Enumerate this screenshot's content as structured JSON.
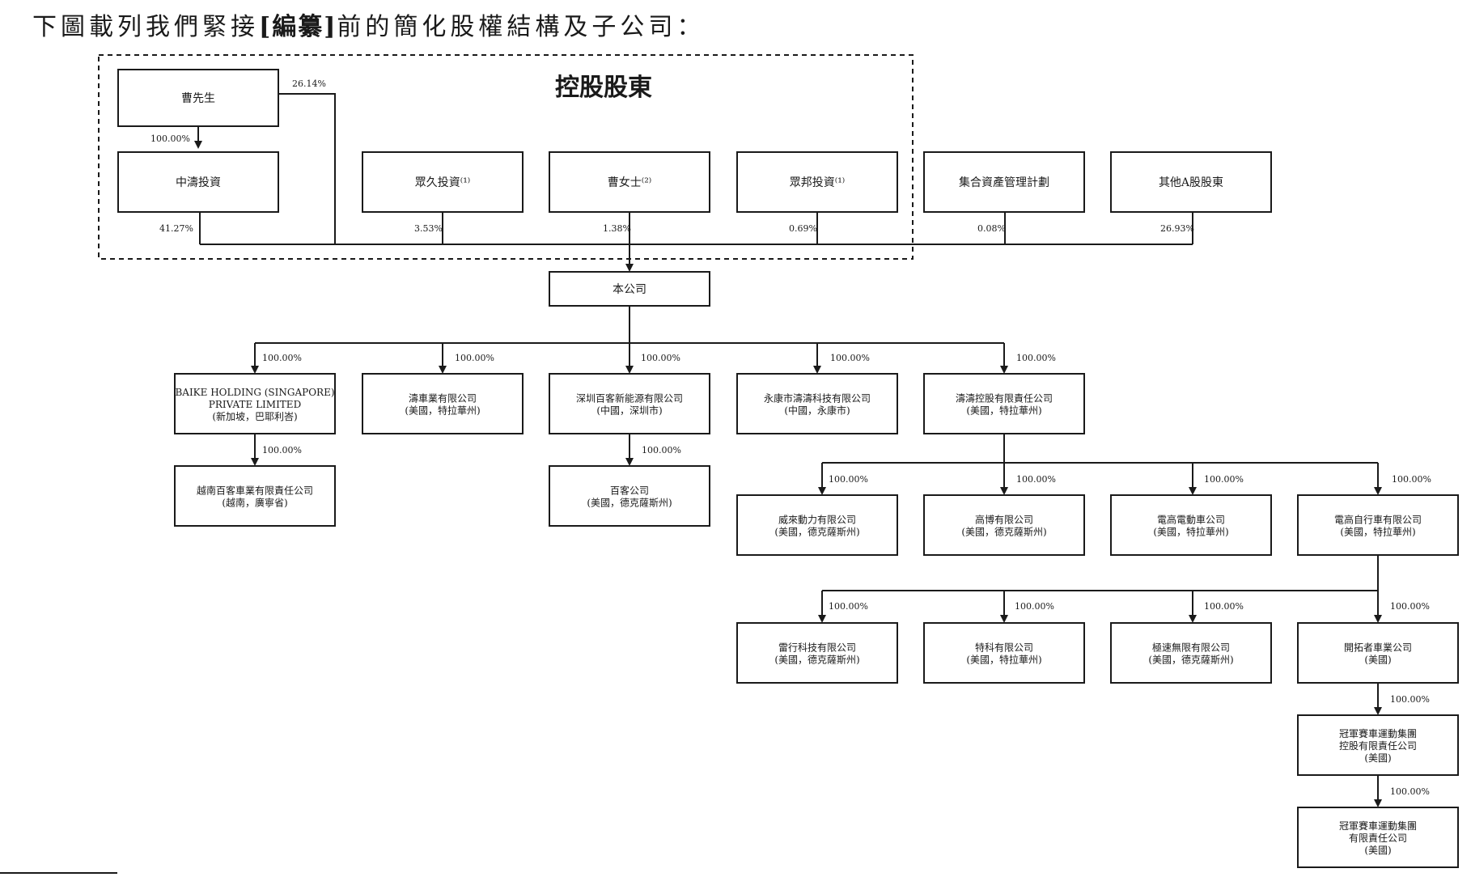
{
  "heading": {
    "before": "下圖載列我們緊接",
    "bracket": "[編纂]",
    "after": "前的簡化股權結構及子公司："
  },
  "group_title": "控股股東",
  "nodes": {
    "cao_mr": [
      "曹先生"
    ],
    "zhongtao": [
      "中濤投資"
    ],
    "zhongjiu": [
      "眾久投資⁽¹⁾"
    ],
    "cao_ms": [
      "曹女士⁽²⁾"
    ],
    "zhongbang": [
      "眾邦投資⁽¹⁾"
    ],
    "asset_plan": [
      "集合資產管理計劃"
    ],
    "other_a": [
      "其他A股股東"
    ],
    "company": [
      "本公司"
    ],
    "baike_sg": [
      "BAIKE HOLDING (SINGAPORE)",
      "PRIVATE LIMITED",
      "(新加坡，巴耶利峇)"
    ],
    "tao_vehicle": [
      "濤車業有限公司",
      "(美國，特拉華州)"
    ],
    "sz_baike": [
      "深圳百客新能源有限公司",
      "(中國，深圳市)"
    ],
    "yk_tech": [
      "永康市濤濤科技有限公司",
      "(中國，永康市)"
    ],
    "tao_holding": [
      "濤濤控股有限責任公司",
      "(美國，特拉華州)"
    ],
    "vn_baike": [
      "越南百客車業有限責任公司",
      "(越南，廣寧省)"
    ],
    "baike_us": [
      "百客公司",
      "(美國，德克薩斯州)"
    ],
    "weilai": [
      "威來動力有限公司",
      "(美國，德克薩斯州)"
    ],
    "gaobo": [
      "高博有限公司",
      "(美國，德克薩斯州)"
    ],
    "dg_ev": [
      "電高電動車公司",
      "(美國，特拉華州)"
    ],
    "dg_bike": [
      "電高自行車有限公司",
      "(美國，特拉華州)"
    ],
    "leixing": [
      "雷行科技有限公司",
      "(美國，德克薩斯州)"
    ],
    "teke": [
      "特科有限公司",
      "(美國，特拉華州)"
    ],
    "jisu": [
      "極速無限有限公司",
      "(美國，德克薩斯州)"
    ],
    "pioneer": [
      "開拓者車業公司",
      "(美國)"
    ],
    "champ_holding": [
      "冠軍賽車運動集團",
      "控股有限責任公司",
      "(美國)"
    ],
    "champ_llc": [
      "冠軍賽車運動集團",
      "有限責任公司",
      "(美國)"
    ]
  },
  "edges": [
    {
      "from": "cao_mr",
      "to": "zhongtao",
      "pct": "100.00%"
    },
    {
      "from": "cao_mr",
      "to": "company",
      "pct": "26.14%"
    },
    {
      "from": "zhongtao",
      "to": "company",
      "pct": "41.27%"
    },
    {
      "from": "zhongjiu",
      "to": "company",
      "pct": "3.53%"
    },
    {
      "from": "cao_ms",
      "to": "company",
      "pct": "1.38%"
    },
    {
      "from": "zhongbang",
      "to": "company",
      "pct": "0.69%"
    },
    {
      "from": "asset_plan",
      "to": "company",
      "pct": "0.08%"
    },
    {
      "from": "other_a",
      "to": "company",
      "pct": "26.93%"
    },
    {
      "from": "company",
      "to": "baike_sg",
      "pct": "100.00%"
    },
    {
      "from": "company",
      "to": "tao_vehicle",
      "pct": "100.00%"
    },
    {
      "from": "company",
      "to": "sz_baike",
      "pct": "100.00%"
    },
    {
      "from": "company",
      "to": "yk_tech",
      "pct": "100.00%"
    },
    {
      "from": "company",
      "to": "tao_holding",
      "pct": "100.00%"
    },
    {
      "from": "baike_sg",
      "to": "vn_baike",
      "pct": "100.00%"
    },
    {
      "from": "sz_baike",
      "to": "baike_us",
      "pct": "100.00%"
    },
    {
      "from": "tao_holding",
      "to": "weilai",
      "pct": "100.00%"
    },
    {
      "from": "tao_holding",
      "to": "gaobo",
      "pct": "100.00%"
    },
    {
      "from": "tao_holding",
      "to": "dg_ev",
      "pct": "100.00%"
    },
    {
      "from": "tao_holding",
      "to": "dg_bike",
      "pct": "100.00%"
    },
    {
      "from": "dg_bike",
      "to": "leixing",
      "pct": "100.00%"
    },
    {
      "from": "dg_bike",
      "to": "teke",
      "pct": "100.00%"
    },
    {
      "from": "dg_bike",
      "to": "jisu",
      "pct": "100.00%"
    },
    {
      "from": "dg_bike",
      "to": "pioneer",
      "pct": "100.00%"
    },
    {
      "from": "pioneer",
      "to": "champ_holding",
      "pct": "100.00%"
    },
    {
      "from": "champ_holding",
      "to": "champ_llc",
      "pct": "100.00%"
    }
  ]
}
